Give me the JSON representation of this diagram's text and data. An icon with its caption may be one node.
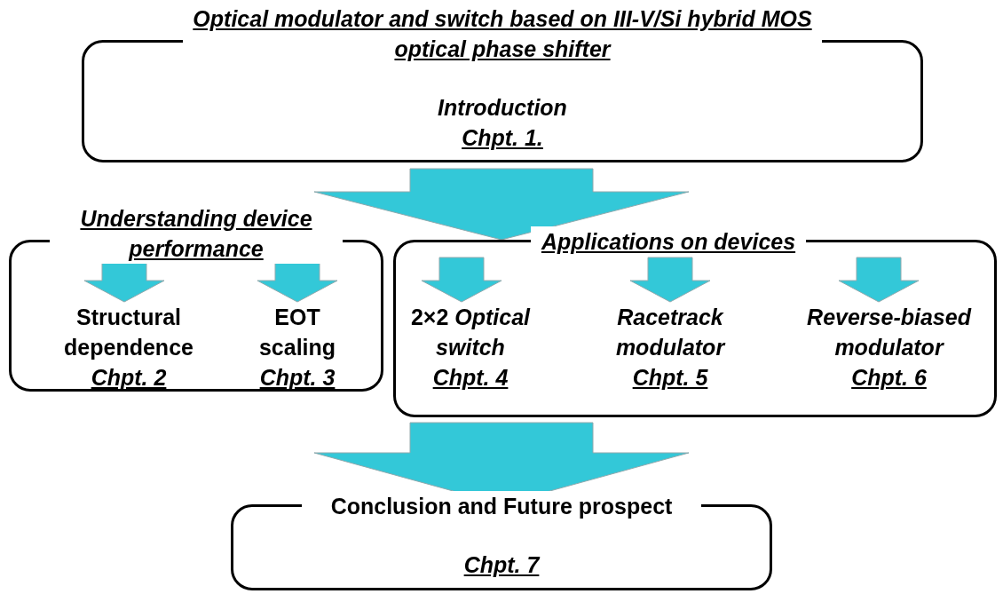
{
  "diagram": {
    "nodes": [
      {
        "text": [
          "Optical modulator and switch based on III-V/Si hybrid MOS optical phase shifter",
          "Introduction",
          "Chpt. 1."
        ]
      },
      {
        "text": [
          "Understanding device performance"
        ]
      },
      {
        "text": [
          "Structural dependence",
          "Chpt. 2"
        ],
        "in": 1
      },
      {
        "text": [
          "EOT scaling",
          "Chpt. 3"
        ],
        "in": 1
      },
      {
        "text": [
          "Applications on devices"
        ]
      },
      {
        "text": [
          "2×2 *Optical switch*",
          "Chpt. 4"
        ],
        "in": 4
      },
      {
        "text": [
          "Racetrack modulator",
          "Chpt. 5"
        ],
        "in": 4
      },
      {
        "text": [
          "Reverse-biased modulator",
          "Chpt. 6"
        ],
        "in": 4
      },
      {
        "text": [
          "Conclusion and Future prospect",
          "Chpt. 7"
        ]
      }
    ],
    "edges": [
      {
        "from": 0,
        "to": 1,
        "arrow": "to"
      },
      {
        "from": 0,
        "to": 4,
        "arrow": "to"
      },
      {
        "from": 1,
        "to": 8,
        "arrow": "to"
      },
      {
        "from": 4,
        "to": 8,
        "arrow": "to"
      },
      {
        "from": null,
        "to": 2,
        "arrow": "to"
      },
      {
        "from": null,
        "to": 3,
        "arrow": "to"
      },
      {
        "from": null,
        "to": 5,
        "arrow": "to"
      },
      {
        "from": null,
        "to": 6,
        "arrow": "to"
      },
      {
        "from": null,
        "to": 7,
        "arrow": "to"
      }
    ]
  }
}
